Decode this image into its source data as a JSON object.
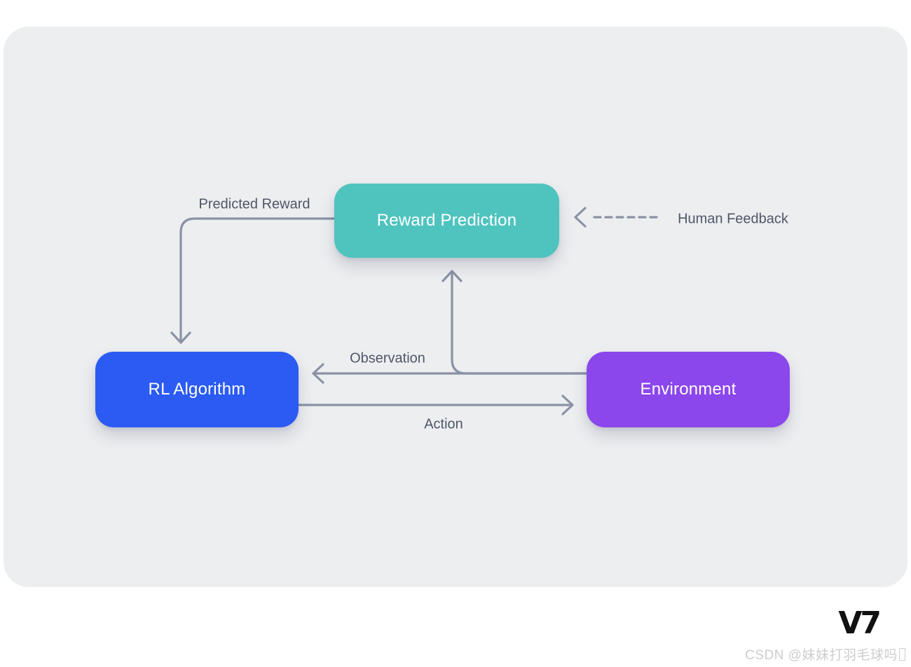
{
  "colors": {
    "page_bg": "#FFFFFF",
    "canvas_bg": "#EDEEF0",
    "line": "#8A92A4",
    "edge_label_text": "#4F5668",
    "node_text": "#FFFFFF",
    "logo": "#111111",
    "watermark_text": "#CDCDCD"
  },
  "nodes": {
    "reward_prediction": {
      "label": "Reward Prediction",
      "color": "#4FC4BF"
    },
    "rl_algorithm": {
      "label": "RL Algorithm",
      "color": "#2B5BF2"
    },
    "environment": {
      "label": "Environment",
      "color": "#8B46EC"
    }
  },
  "edges": {
    "predicted_reward": {
      "label": "Predicted Reward",
      "from": "Reward Prediction",
      "to": "RL Algorithm",
      "style": "solid",
      "direction": "down"
    },
    "human_feedback": {
      "label": "Human Feedback",
      "to": "Reward Prediction",
      "style": "dashed",
      "direction": "left"
    },
    "observation": {
      "label": "Observation",
      "from": "Environment",
      "to": "RL Algorithm",
      "style": "solid",
      "direction": "left"
    },
    "environment_to_reward_prediction": {
      "label": "",
      "from": "Environment",
      "to": "Reward Prediction",
      "style": "solid",
      "direction": "up"
    },
    "action": {
      "label": "Action",
      "from": "RL Algorithm",
      "to": "Environment",
      "style": "solid",
      "direction": "right"
    }
  },
  "footer": {
    "logo_text": "V7",
    "watermark": "CSDN @妹妹打羽毛球吗"
  }
}
